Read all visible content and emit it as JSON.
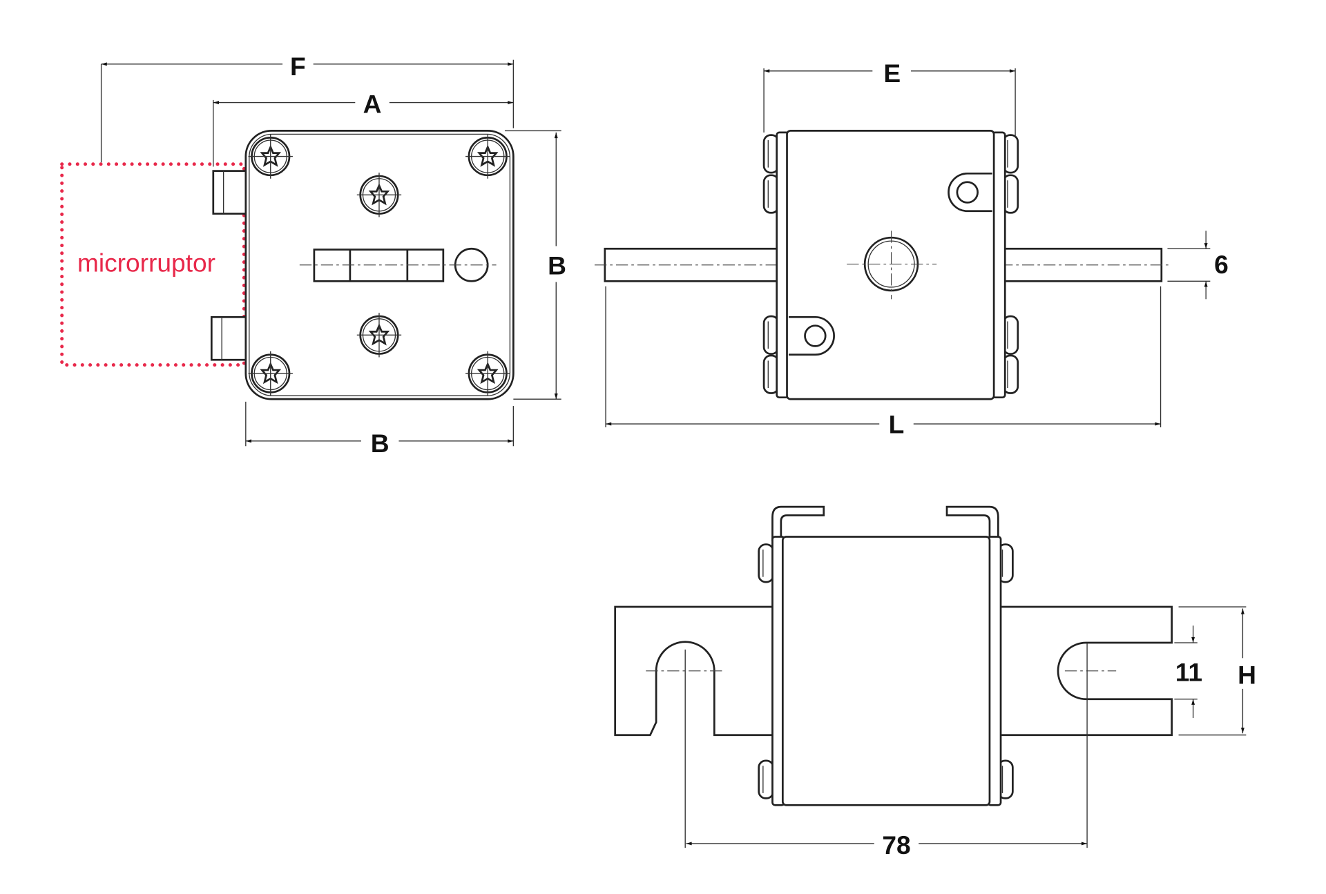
{
  "colors": {
    "line": "#222222",
    "accent": "#e8284a"
  },
  "front_view": {
    "dim_F": "F",
    "dim_A": "A",
    "dim_B_vertical": "B",
    "dim_B_horizontal": "B",
    "microswitch_label": "microrruptor"
  },
  "side_view": {
    "dim_E": "E",
    "dim_L": "L",
    "dim_6": "6"
  },
  "bottom_view": {
    "dim_78": "78",
    "dim_11": "11",
    "dim_H": "H"
  }
}
